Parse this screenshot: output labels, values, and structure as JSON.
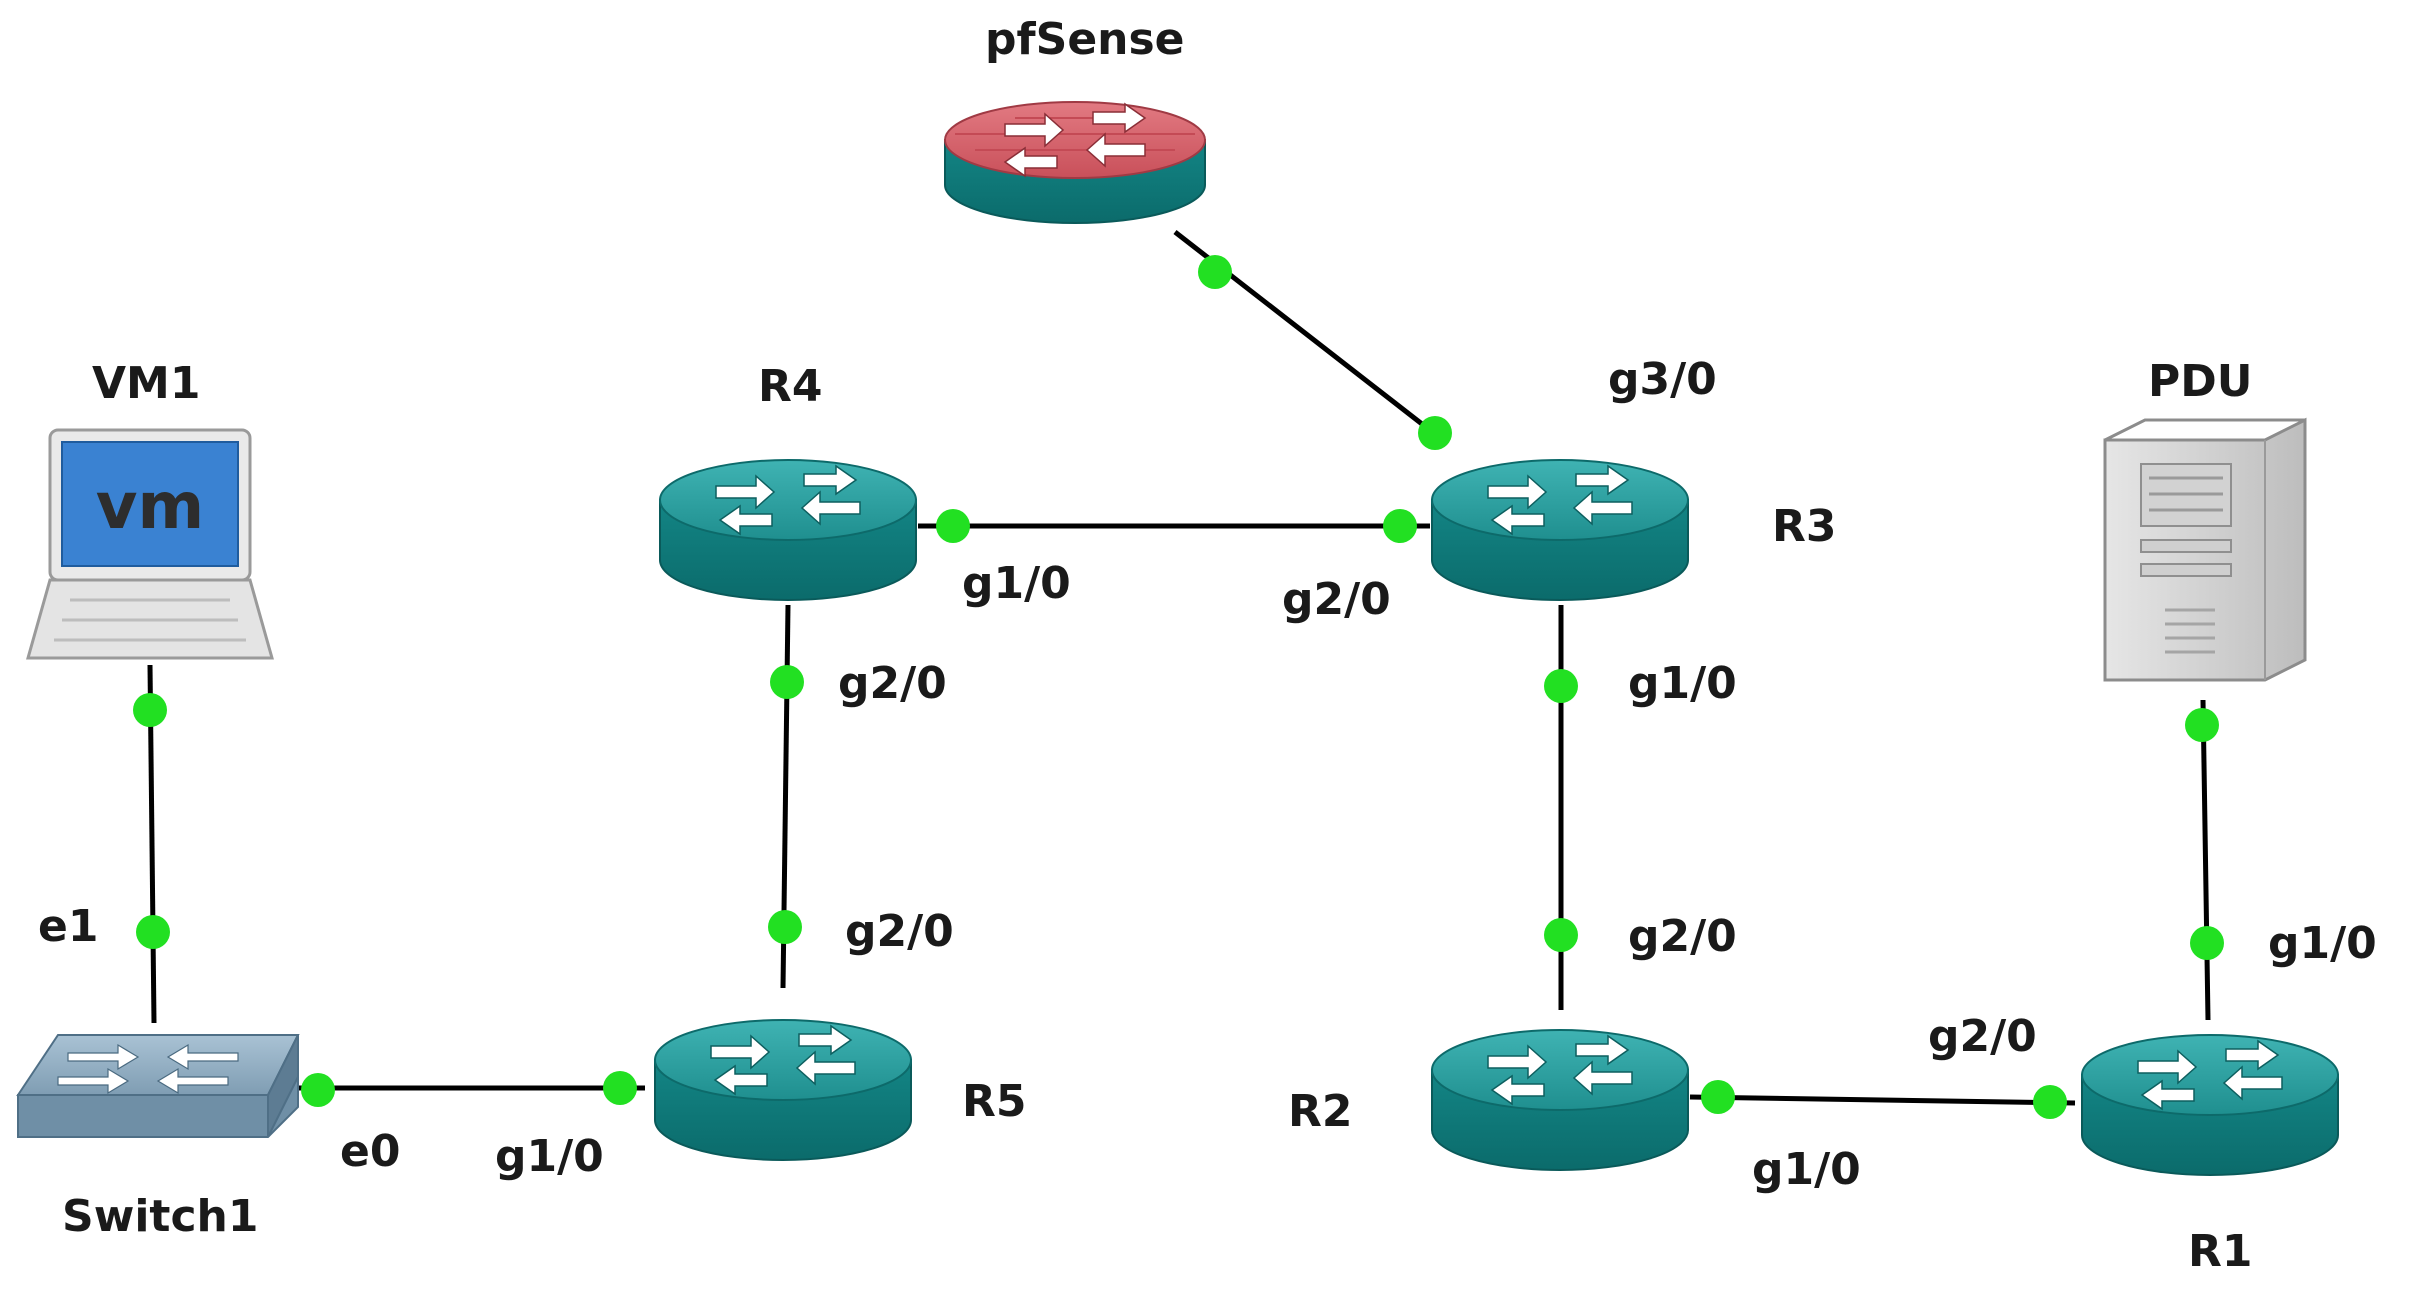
{
  "diagram": {
    "nodes": {
      "pfsense": {
        "label": "pfSense",
        "kind": "firewall-router"
      },
      "r4": {
        "label": "R4",
        "kind": "router"
      },
      "r3": {
        "label": "R3",
        "kind": "router"
      },
      "r5": {
        "label": "R5",
        "kind": "router"
      },
      "r2": {
        "label": "R2",
        "kind": "router"
      },
      "r1": {
        "label": "R1",
        "kind": "router"
      },
      "vm1": {
        "label": "VM1",
        "kind": "vm-laptop"
      },
      "switch1": {
        "label": "Switch1",
        "kind": "switch"
      },
      "pdu": {
        "label": "PDU",
        "kind": "server"
      }
    },
    "links": [
      {
        "from": "pfsense",
        "to": "r3",
        "to_port": "g3/0"
      },
      {
        "from": "r4",
        "from_port": "g1/0",
        "to": "r3",
        "to_port": "g2/0"
      },
      {
        "from": "r4",
        "from_port": "g2/0",
        "to": "r5",
        "to_port": "g2/0"
      },
      {
        "from": "r3",
        "from_port": "g1/0",
        "to": "r2",
        "to_port": "g2/0"
      },
      {
        "from": "vm1",
        "to": "switch1",
        "to_port": "e1"
      },
      {
        "from": "switch1",
        "from_port": "e0",
        "to": "r5",
        "to_port": "g1/0"
      },
      {
        "from": "r2",
        "from_port": "g1/0",
        "to": "r1",
        "to_port": "g2/0"
      },
      {
        "from": "pdu",
        "to": "r1",
        "to_port": "g1/0"
      }
    ],
    "ports": {
      "r3_g3": "g3/0",
      "r4_g1": "g1/0",
      "r3_g2": "g2/0",
      "r4_g2": "g2/0",
      "r5_g2": "g2/0",
      "r3_g1": "g1/0",
      "r2_g2": "g2/0",
      "sw_e1": "e1",
      "sw_e0": "e0",
      "r5_g1": "g1/0",
      "r1_g1": "g1/0",
      "r1_g2": "g2/0",
      "r2_g1": "g1/0"
    },
    "colors": {
      "router_top": "#2a9a9a",
      "router_side": "#0f7b7b",
      "firewall_top": "#d9606a",
      "link_dot": "#22e022",
      "link_line": "#000000"
    }
  }
}
